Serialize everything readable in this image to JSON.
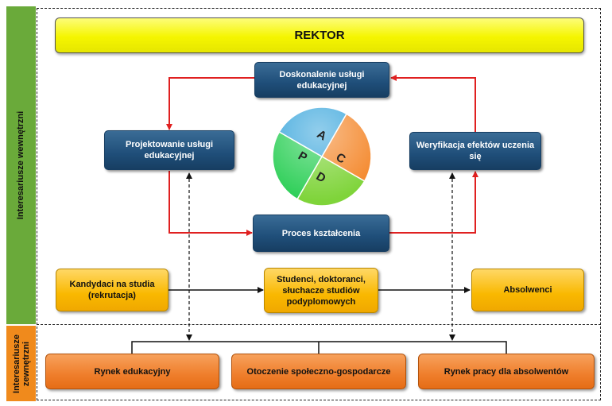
{
  "sidebar": {
    "internal_label": "Interesariusze wewnętrzni",
    "external_label_line1": "Interesariusze",
    "external_label_line2": "zewnętrzni"
  },
  "header": {
    "title": "REKTOR"
  },
  "cycle": {
    "improvement": "Doskonalenie usługi edukacyjnej",
    "design": "Projektowanie usługi edukacyjnej",
    "verification": "Weryfikacja efektów uczenia się",
    "process": "Proces kształcenia"
  },
  "pdca": {
    "letters": {
      "a": "A",
      "c": "C",
      "d": "D",
      "p": "P"
    },
    "colors": {
      "a": "#f4882c",
      "c": "#7fd43a",
      "d": "#2ecf58",
      "p": "#3aa6dc"
    }
  },
  "students_flow": {
    "candidates": "Kandydaci na studia (rekrutacja)",
    "students": "Studenci, doktoranci, słuchacze studiów podyplomowych",
    "graduates": "Absolwenci"
  },
  "external": {
    "market": "Rynek edukacyjny",
    "environment": "Otoczenie społeczno-gospodarcze",
    "labor": "Rynek pracy dla absolwentów"
  },
  "colors": {
    "navy": "#1f4e79",
    "yellow_box": "#f9b800",
    "orange_box": "#ef7e2b",
    "rektor_bar": "#f5f500",
    "sidebar_internal": "#6aaa3a",
    "sidebar_external": "#f08a1c",
    "cycle_arrow": "#e02020"
  }
}
